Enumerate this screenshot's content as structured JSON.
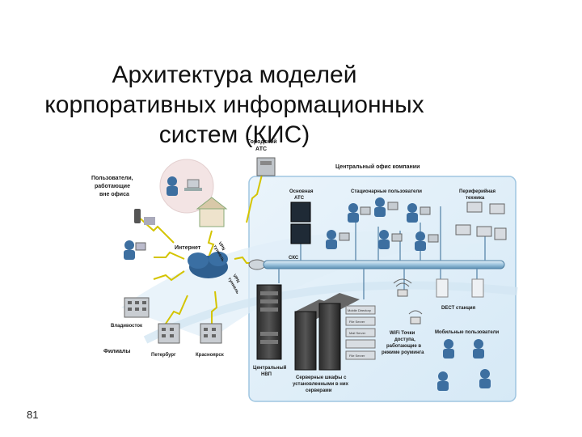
{
  "slide": {
    "title_lines": [
      "Архитектура моделей",
      "корпоративных информационных",
      "систем (КИС)"
    ],
    "page_number": "81"
  },
  "diagram": {
    "labels": {
      "city_pbx": [
        "Городской",
        "АТС"
      ],
      "central_office": "Центральный офис компании",
      "remote_users": [
        "Пользователи,",
        "работающие",
        "вне офиса"
      ],
      "main_pbx": [
        "Основная",
        "АТС"
      ],
      "stationary_users": "Стационарные пользователи",
      "peripheral": [
        "Периферийная",
        "техника"
      ],
      "internet": "Интернет",
      "scs": "СКС",
      "dect": "DECT станция",
      "mobile_users": "Мобильные пользователи",
      "wifi": [
        "WiFi Точки",
        "доступа,",
        "работающие в",
        "режиме роуминга"
      ],
      "vladivostok": "Владивосток",
      "branches": "Филиалы",
      "petersburg": "Петербург",
      "krasnoyarsk": "Красноярск",
      "central_vpn": [
        "Центральный",
        "НВП"
      ],
      "servers": [
        "Серверные шкафы с",
        "установленными в них",
        "серверами"
      ],
      "vpn_tunnel_1": [
        "VPN",
        "туннель"
      ],
      "vpn_tunnel_2": [
        "VPN",
        "туннель"
      ],
      "server_labels": [
        "Mobile Directory",
        "File Server",
        "Mail Server",
        "File Server"
      ]
    }
  }
}
